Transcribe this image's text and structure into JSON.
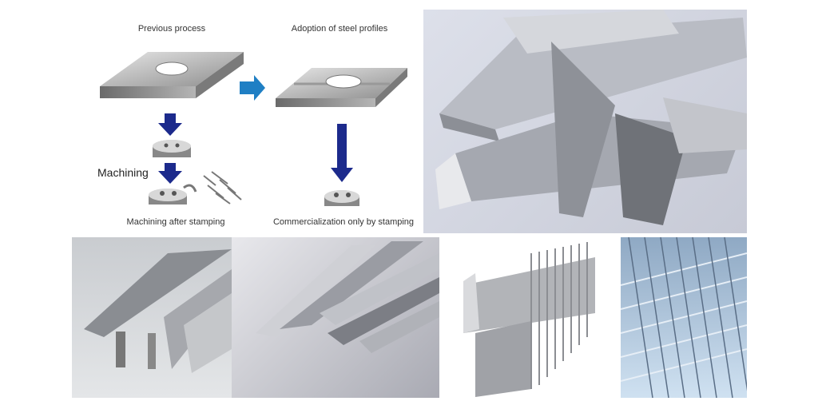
{
  "diagram": {
    "previous_title": "Previous process",
    "adoption_title": "Adoption of steel profiles",
    "machining_label": "Machining",
    "previous_caption": "Machining after stamping",
    "adoption_caption": "Commercialization only by stamping",
    "arrow_color": "#1c2a8c",
    "transition_arrow_color": "#1f7fc4"
  }
}
